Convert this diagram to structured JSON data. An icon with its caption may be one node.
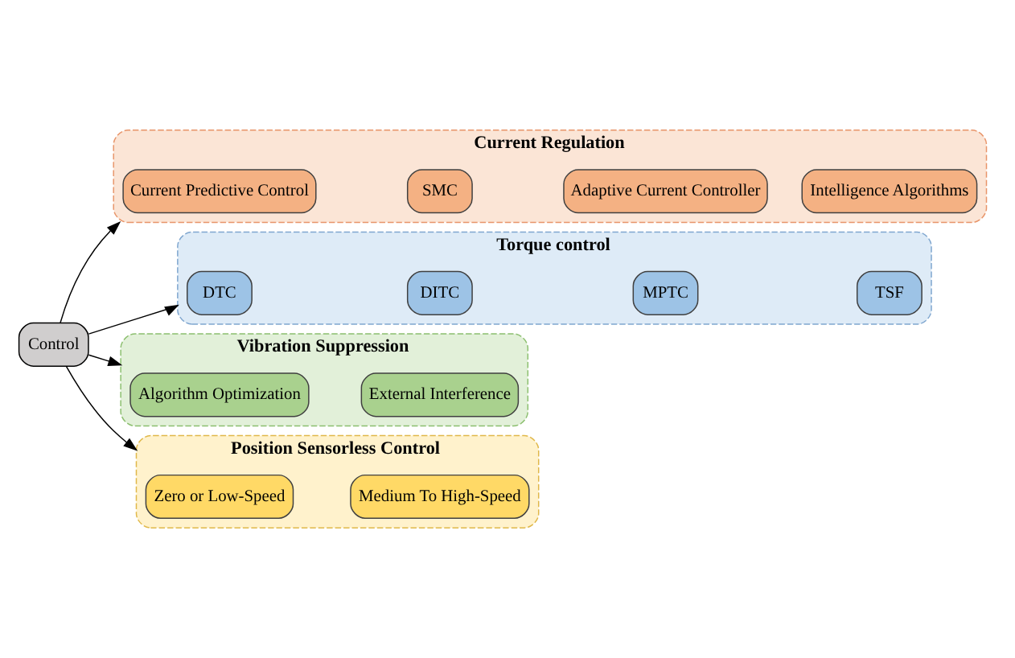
{
  "diagram": {
    "nodes": [
      {
        "text": [
          "Control"
        ]
      },
      {
        "text": [
          "Current Regulation"
        ]
      },
      {
        "text": [
          "Current Predictive Control"
        ],
        "in": 1
      },
      {
        "text": [
          "SMC"
        ],
        "in": 1
      },
      {
        "text": [
          "Adaptive Current Controller"
        ],
        "in": 1
      },
      {
        "text": [
          "Intelligence Algorithms"
        ],
        "in": 1
      },
      {
        "text": [
          "Torque control"
        ]
      },
      {
        "text": [
          "DTC"
        ],
        "in": 6
      },
      {
        "text": [
          "DITC"
        ],
        "in": 6
      },
      {
        "text": [
          "MPTC"
        ],
        "in": 6
      },
      {
        "text": [
          "TSF"
        ],
        "in": 6
      },
      {
        "text": [
          "Vibration Suppression"
        ]
      },
      {
        "text": [
          "Algorithm Optimization"
        ],
        "in": 11
      },
      {
        "text": [
          "External Interference"
        ],
        "in": 11
      },
      {
        "text": [
          "Position Sensorless Control"
        ]
      },
      {
        "text": [
          "Zero or Low-Speed"
        ],
        "in": 14
      },
      {
        "text": [
          "Medium To High-Speed"
        ],
        "in": 14
      }
    ],
    "edges": [
      {
        "from": 0,
        "to": 1,
        "arrow": "to"
      },
      {
        "from": 0,
        "to": 6,
        "arrow": "to"
      },
      {
        "from": 0,
        "to": 11,
        "arrow": "to"
      },
      {
        "from": 0,
        "to": 14,
        "arrow": "to"
      }
    ]
  }
}
